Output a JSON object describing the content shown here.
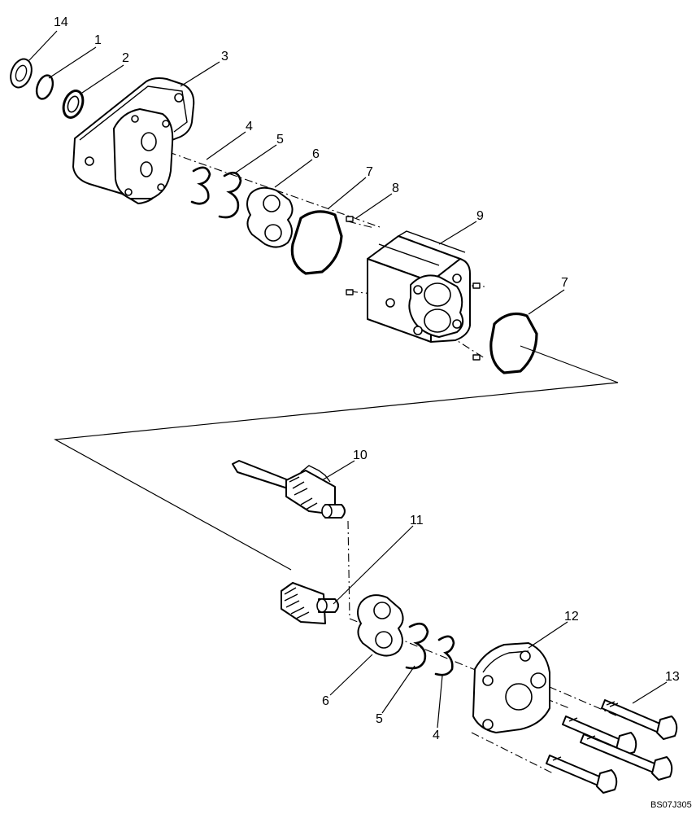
{
  "drawing_code": "BS07J305",
  "callouts": [
    "14",
    "1",
    "2",
    "3",
    "4",
    "5",
    "6",
    "7",
    "8",
    "9",
    "7",
    "10",
    "11",
    "12",
    "13",
    "6",
    "5",
    "4"
  ]
}
